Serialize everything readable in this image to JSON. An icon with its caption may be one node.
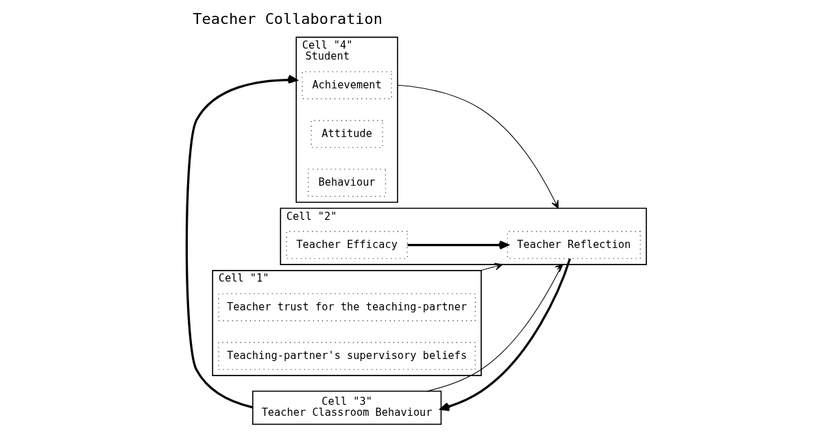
{
  "diagram": {
    "title": "Teacher Collaboration",
    "nodes": [
      {
        "text": [
          "Cell \"4\"",
          "Student"
        ]
      },
      {
        "text": [
          "Achievement"
        ],
        "in": 0
      },
      {
        "text": [
          "Attitude"
        ],
        "in": 0
      },
      {
        "text": [
          "Behaviour"
        ],
        "in": 0
      },
      {
        "text": [
          "Cell \"1\""
        ]
      },
      {
        "text": [
          "Teacher trust for the teaching-partner"
        ],
        "in": 4
      },
      {
        "text": [
          "Teaching-partner's supervisory beliefs"
        ],
        "in": 4
      },
      {
        "text": [
          "Cell \"2\""
        ]
      },
      {
        "text": [
          "Teacher Reflection"
        ],
        "in": 7
      },
      {
        "text": [
          "Teacher Efficacy"
        ],
        "in": 7
      },
      {
        "text": [
          "Cell \"3\"",
          "Teacher Classroom Behaviour"
        ]
      }
    ],
    "edges": [
      {
        "from": 10,
        "to": 0,
        "arrow": "to",
        "style": "thick"
      },
      {
        "from": 0,
        "to": 7,
        "arrow": "to"
      },
      {
        "from": 4,
        "to": 7,
        "arrow": "to"
      },
      {
        "from": 9,
        "to": 8,
        "arrow": "to",
        "style": "thick"
      },
      {
        "from": 8,
        "to": 10,
        "arrow": "to",
        "style": "thick"
      },
      {
        "from": 10,
        "to": 7,
        "arrow": "to"
      }
    ]
  }
}
